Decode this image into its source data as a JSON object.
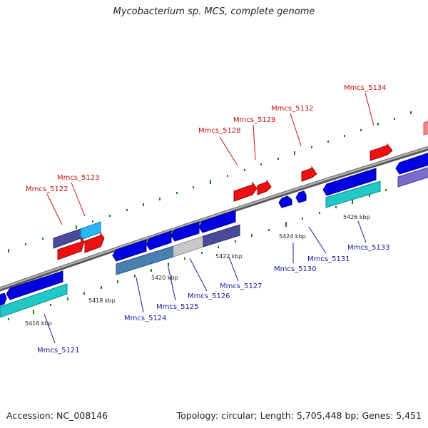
{
  "title": "Mycobacterium sp. MCS, complete genome",
  "footer": {
    "accession": "Accession: NC_008146",
    "summary": "Topology: circular; Length: 5,705,448 bp; Genes: 5,451"
  },
  "colors": {
    "forward_label": "#cc1111",
    "reverse_label": "#1a1aa6",
    "backbone": "#8a8a8a",
    "ticks": "#1a7f1a"
  },
  "kbp_labels": [
    "5416 kbp",
    "5418 kbp",
    "5420 kbp",
    "5422 kbp",
    "5424 kbp",
    "5426 kbp"
  ],
  "forward_genes": [
    "Mmcs_5122",
    "Mmcs_5123",
    "Mmcs_5128",
    "Mmcs_5129",
    "Mmcs_5132",
    "Mmcs_5134"
  ],
  "reverse_genes": [
    "Mmcs_5121",
    "Mmcs_5124",
    "Mmcs_5125",
    "Mmcs_5126",
    "Mmcs_5127",
    "Mmcs_5130",
    "Mmcs_5131",
    "Mmcs_5133"
  ]
}
